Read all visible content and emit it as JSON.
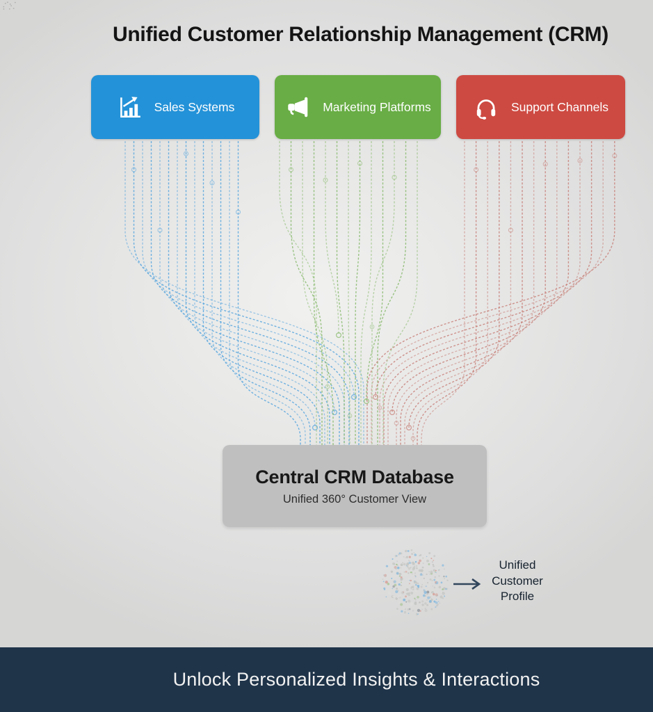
{
  "title": "Unified Customer Relationship Management (CRM)",
  "sources": [
    {
      "id": "sales",
      "label": "Sales Systems",
      "icon": "bar-chart-icon",
      "box_color": "#2492d8",
      "line_color": "#57a6dd"
    },
    {
      "id": "marketing",
      "label": "Marketing Platforms",
      "icon": "megaphone-icon",
      "box_color": "#68ad45",
      "line_color": "#8abb6e"
    },
    {
      "id": "support",
      "label": "Support Channels",
      "icon": "headset-icon",
      "box_color": "#cd4a42",
      "line_color": "#c8837b"
    }
  ],
  "database": {
    "title": "Central CRM Database",
    "subtitle": "Unified 360° Customer View",
    "box_color": "#bfbfbf"
  },
  "profile": {
    "lines": [
      "Unified",
      "Customer",
      "Profile"
    ],
    "arrow_color": "#31465c",
    "ball_colors": {
      "gray": "#c5c7c4",
      "light": "#dededc",
      "blue": "#85b9de",
      "green": "#a3c48e",
      "red": "#d8a39b",
      "dark": "#9aa0a4"
    }
  },
  "footer": {
    "text": "Unlock Personalized Insights & Interactions",
    "background": "#1f3449",
    "text_color": "#f2f2f2"
  }
}
